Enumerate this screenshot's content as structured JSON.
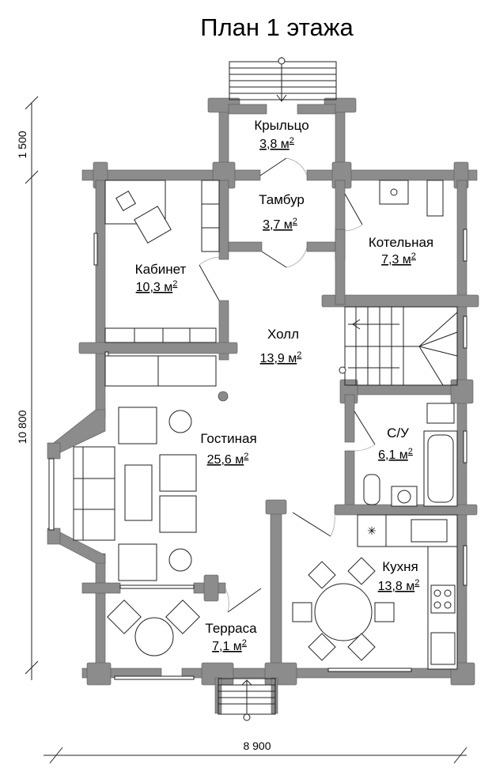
{
  "title": "План 1 этажа",
  "rooms": [
    {
      "name": "Крыльцо",
      "area": "3,8 м",
      "sup": "2"
    },
    {
      "name": "Тамбур",
      "area": "3,7 м",
      "sup": "2"
    },
    {
      "name": "Котельная",
      "area": "7,3 м",
      "sup": "2"
    },
    {
      "name": "Кабинет",
      "area": "10,3 м",
      "sup": "2"
    },
    {
      "name": "Холл",
      "area": "13,9 м",
      "sup": "2"
    },
    {
      "name": "Гостиная",
      "area": "25,6 м",
      "sup": "2"
    },
    {
      "name": "С/У",
      "area": "6,1 м",
      "sup": "2"
    },
    {
      "name": "Кухня",
      "area": "13,8 м",
      "sup": "2"
    },
    {
      "name": "Терраса",
      "area": "7,1 м",
      "sup": "2"
    }
  ],
  "dimensions": {
    "left_upper": "1 500",
    "left_main": "10 800",
    "bottom": "8 900"
  },
  "colors": {
    "wall": "#8c8c8c",
    "line": "#222222"
  }
}
